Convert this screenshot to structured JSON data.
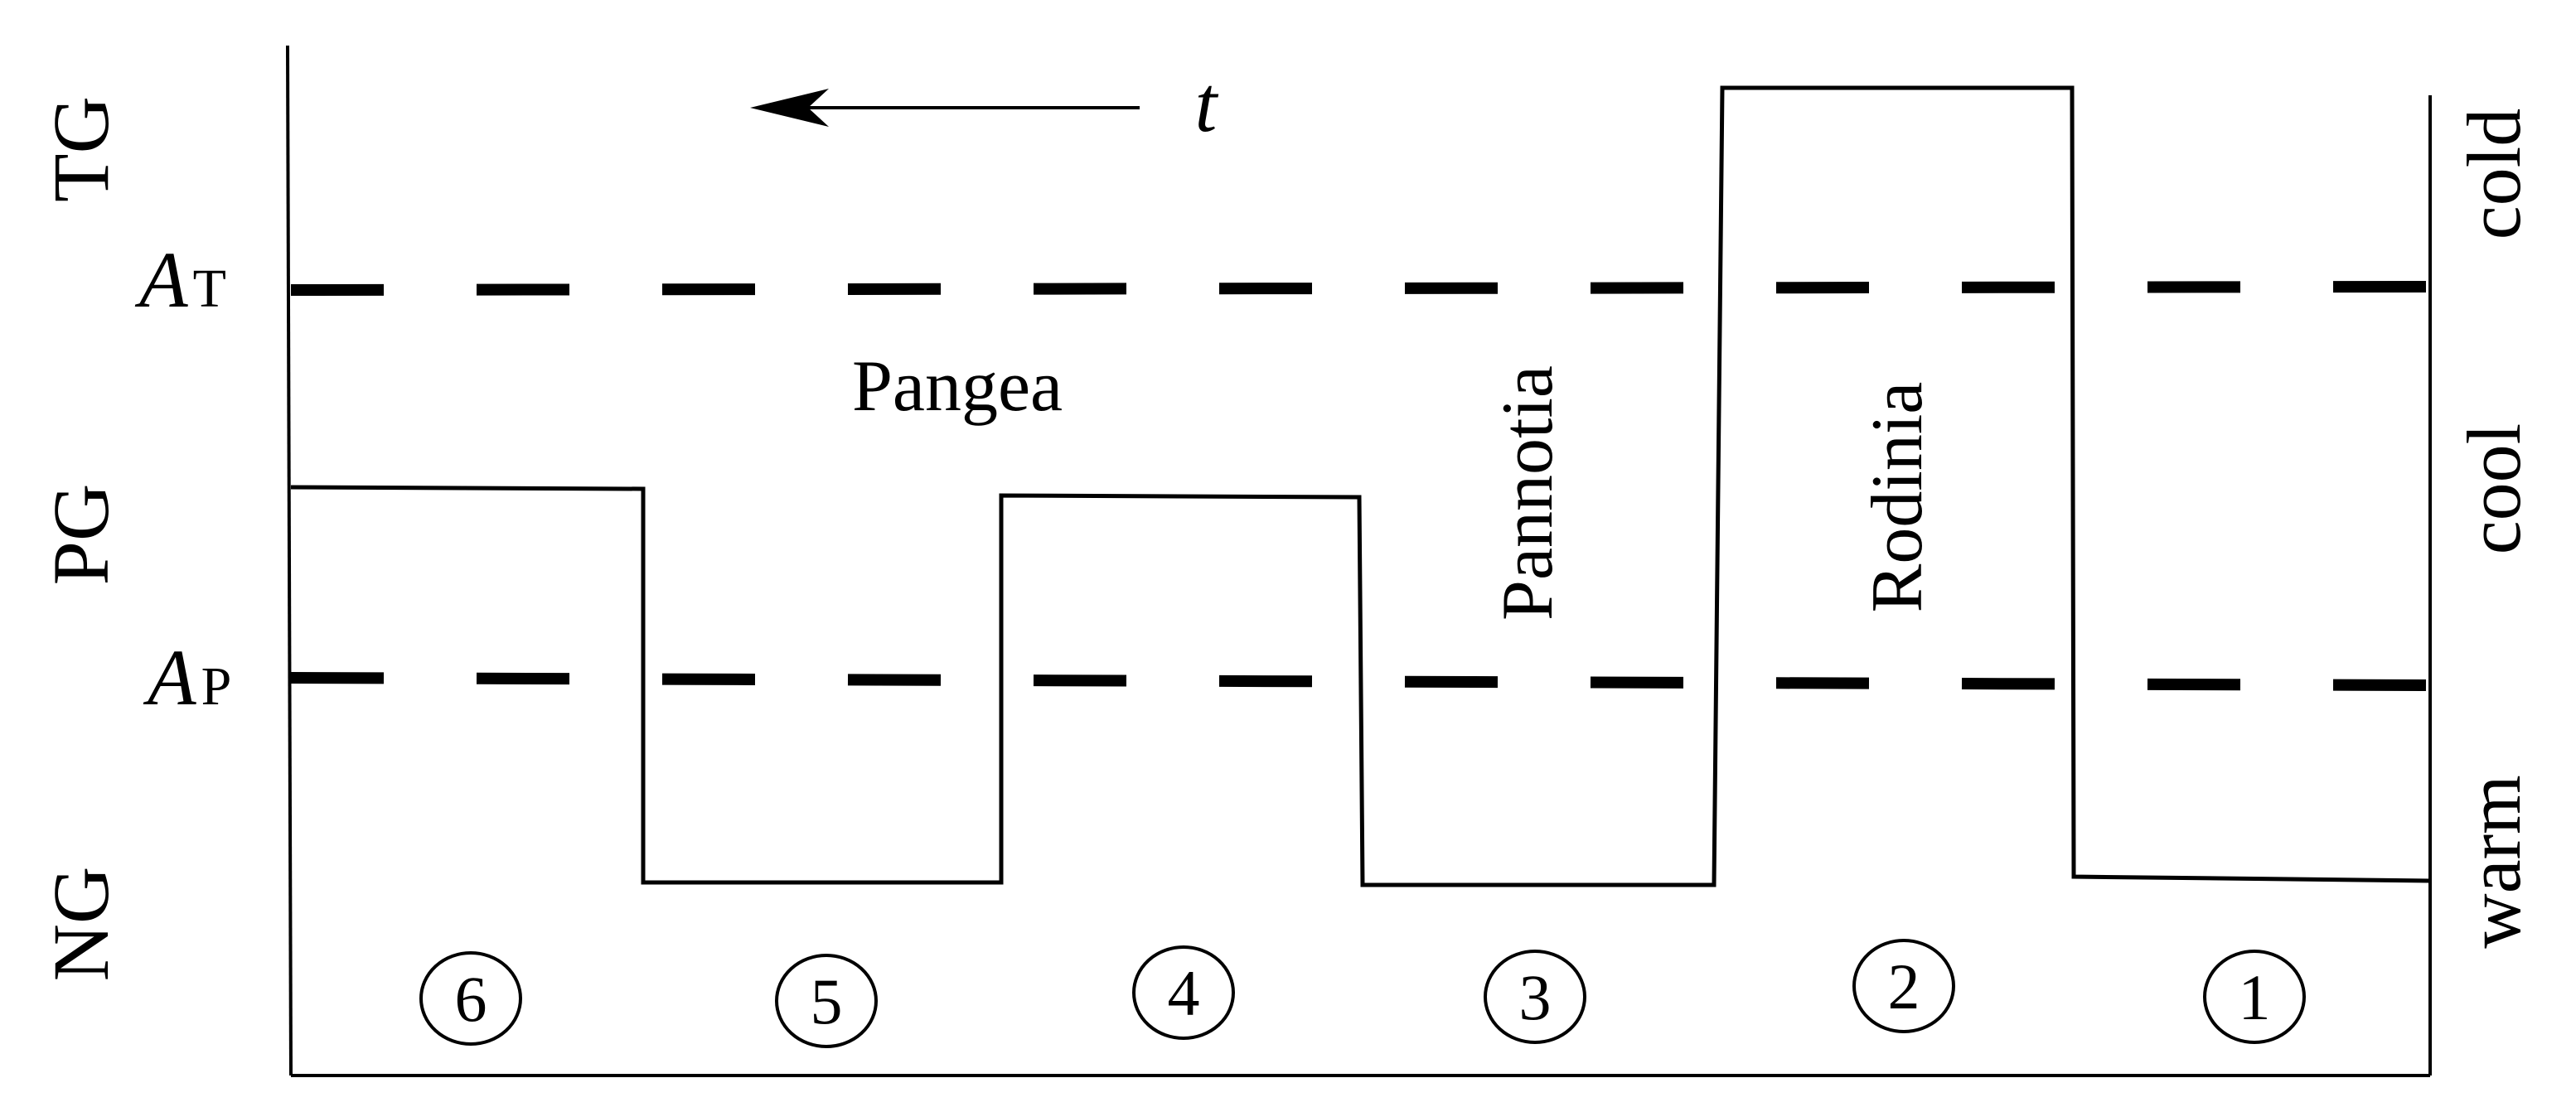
{
  "axis_left": {
    "tg": "TG",
    "pg": "PG",
    "ng": "NG",
    "threshold_t": {
      "symbol": "A",
      "subscript": "T"
    },
    "threshold_p": {
      "symbol": "A",
      "subscript": "P"
    }
  },
  "axis_right": {
    "cold": "cold",
    "cool": "cool",
    "warm": "warm"
  },
  "time_arrow": {
    "label": "t"
  },
  "supercontinents": {
    "pangea": "Pangea",
    "pannotia": "Pannotia",
    "rodinia": "Rodinia"
  },
  "stages": [
    "6",
    "5",
    "4",
    "3",
    "2",
    "1"
  ],
  "levels_sequence_oldest_to_newest": [
    "NG",
    "TG",
    "NG",
    "PG",
    "NG",
    "PG"
  ],
  "colors": {
    "line": "#000000",
    "background": "#ffffff"
  }
}
